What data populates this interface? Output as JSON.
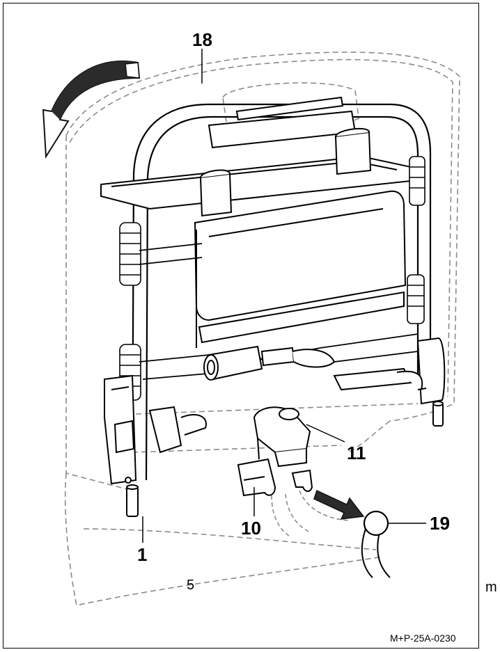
{
  "callouts": {
    "c18": "18",
    "c11": "11",
    "c10": "10",
    "c19": "19",
    "c1": "1",
    "c5": "5"
  },
  "margin_mark": "m",
  "figure_code": "M+P-25A-0230",
  "colors": {
    "line": "#000000",
    "dashed": "#8a8a8a",
    "fill": "#ffffff",
    "arrow": "#111111"
  },
  "icons": [
    "curved-arrow-icon",
    "straight-arrow-icon"
  ]
}
